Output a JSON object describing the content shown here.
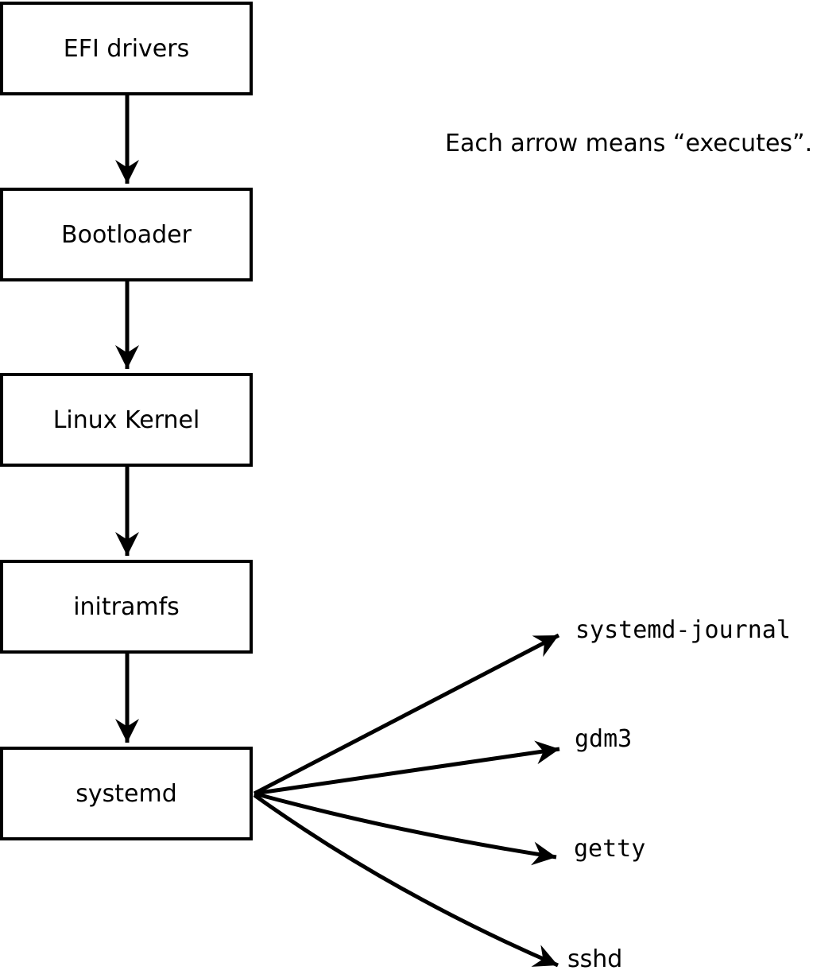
{
  "diagram": {
    "note": "Each arrow means “executes”.",
    "edge_meaning": "executes",
    "boot_chain": [
      "EFI drivers",
      "Bootloader",
      "Linux Kernel",
      "initramfs",
      "systemd"
    ],
    "spawned_processes": [
      "systemd-journal",
      "gdm3",
      "getty",
      "sshd"
    ],
    "colors": {
      "foreground": "#000000",
      "background": "#ffffff"
    }
  }
}
